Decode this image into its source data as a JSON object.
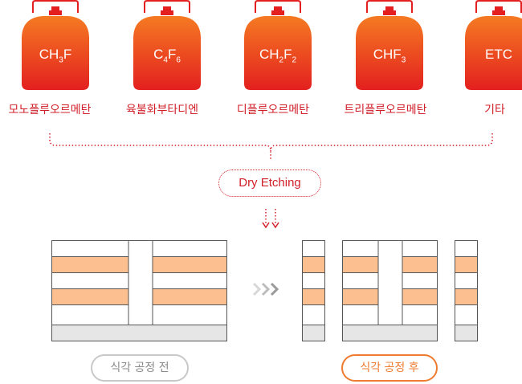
{
  "gases": [
    {
      "formula": [
        "CH",
        "3",
        "F"
      ],
      "name": "모노플루오르메탄"
    },
    {
      "formula": [
        "C",
        "4",
        "F",
        "6"
      ],
      "name": "육불화부타디엔"
    },
    {
      "formula": [
        "CH",
        "2",
        "F",
        "2"
      ],
      "name": "디플루오르메탄"
    },
    {
      "formula": [
        "CHF",
        "3"
      ],
      "name": "트리플루오르메탄"
    },
    {
      "formula": [
        "ETC"
      ],
      "name": "기타"
    }
  ],
  "process_label": "Dry Etching",
  "stages": {
    "before": "식각 공정 전",
    "after": "식각 공정 후"
  },
  "colors": {
    "accent_red": "#d2202a",
    "tank_top": "#f26c24",
    "tank_bottom": "#e3201f",
    "layer_orange": "#fcbf8f",
    "substrate_gray": "#e6e6e6",
    "arrow_gray": "#c8c8c8",
    "after_orange": "#ef7b2f"
  },
  "icons": [
    "gas-cylinder-icon",
    "dotted-bracket-icon",
    "dotted-down-arrows-icon",
    "triple-chevron-right-icon"
  ]
}
